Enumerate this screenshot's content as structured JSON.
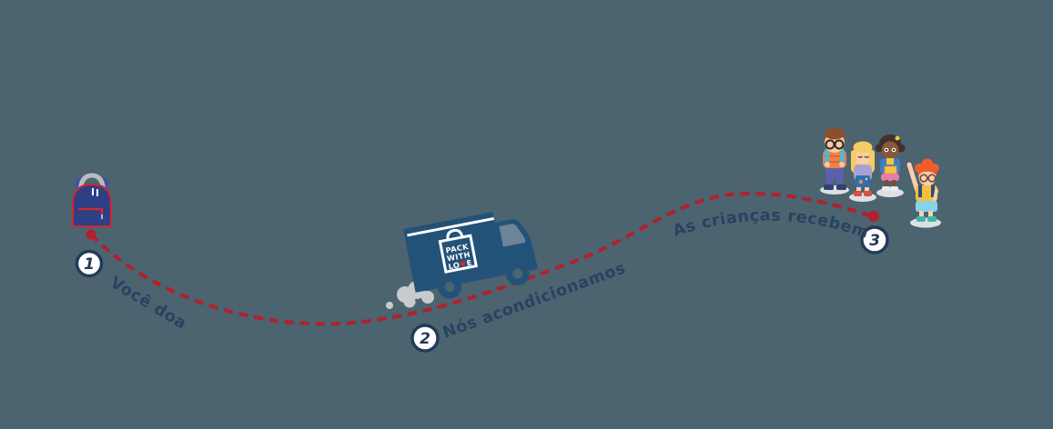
{
  "page": {
    "title": "Donation journey infographic",
    "language": "pt-BR"
  },
  "colors": {
    "background": "#4c6370",
    "path_red": "#b2202b",
    "dot_red": "#b2202b",
    "label_navy": "#274361",
    "badge_border_navy": "#223a58",
    "badge_fill": "#ffffff",
    "truck_blue": "#235278",
    "truck_window": "#6d8396",
    "backpack_blue": "#2e3f85",
    "backpack_trim_red": "#d02730",
    "heart_red": "#d8242f",
    "smoke_gray": "#c8cbcd",
    "shadow_gray": "#dce0e2"
  },
  "journey": {
    "steps": [
      {
        "number": "1",
        "label": "Você doa"
      },
      {
        "number": "2",
        "label": "Nós acondicionamos"
      },
      {
        "number": "3",
        "label": "As crianças recebem"
      }
    ]
  },
  "truck": {
    "logo": {
      "line1": "PACK",
      "line2": "WITH",
      "line3_start": "LO",
      "heart": "♥",
      "line3_end": "E"
    }
  },
  "icons": {
    "backpack-icon": "svg-shape",
    "delivery-truck-icon": "svg-shape",
    "bag-logo-icon": "svg-shape",
    "heart-icon": "♥",
    "exhaust-smoke-icon": "svg-shape",
    "child-boy-glasses-icon": "svg-shape",
    "child-girl-blonde-icon": "svg-shape",
    "child-girl-book-icon": "svg-shape",
    "child-boy-waving-icon": "svg-shape",
    "path-start-dot": "circle",
    "path-end-dot": "circle"
  }
}
